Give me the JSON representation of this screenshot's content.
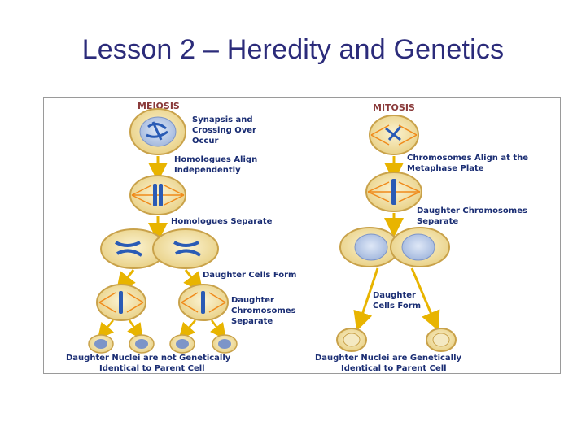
{
  "title": "Lesson 2 – Heredity and Genetics",
  "meiosis": {
    "heading": "MEIOSIS",
    "step1_line1": "Synapsis and",
    "step1_line2": "Crossing Over",
    "step1_line3": "Occur",
    "step2_line1": "Homologues Align",
    "step2_line2": "Independently",
    "step3": "Homologues Separate",
    "step4": "Daughter Cells Form",
    "step5_line1": "Daughter",
    "step5_line2": "Chromosomes",
    "step5_line3": "Separate",
    "result_line1": "Daughter Nuclei are not Genetically",
    "result_line2": "Identical to Parent Cell"
  },
  "mitosis": {
    "heading": "MITOSIS",
    "step1_line1": "Chromosomes Align at the",
    "step1_line2": "Metaphase Plate",
    "step2_line1": "Daughter Chromosomes",
    "step2_line2": "Separate",
    "step3_line1": "Daughter",
    "step3_line2": "Cells Form",
    "result_line1": "Daughter Nuclei are Genetically",
    "result_line2": "Identical to Parent Cell"
  },
  "colors": {
    "cell_fill": "#f2e3a6",
    "cell_stroke": "#c9a24a",
    "spindle": "#f08a1a",
    "chromosome": "#2a5bb5",
    "arrow": "#e8b400",
    "label": "#1a2d73",
    "title": "#2b2b7a"
  }
}
